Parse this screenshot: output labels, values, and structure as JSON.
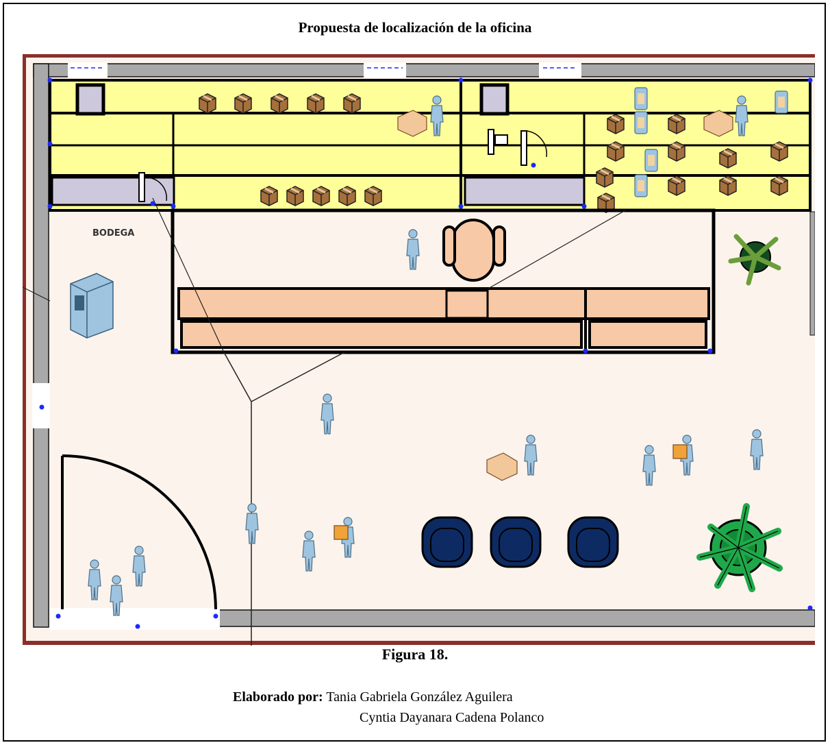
{
  "title": "Propuesta de localización de la oficina",
  "plan": {
    "room_label": "BODEGA",
    "colors": {
      "border": "#8b2e2a",
      "floor": "#fbf3ec",
      "shelf": "#ffff99",
      "counter": "#f8c9a6",
      "wall": "#a9a9a9",
      "chair": "#0d2a63",
      "person": "#9ec4e0",
      "box": "#a5703c",
      "plant": "#1fa84a",
      "storage": "#cdc8dc"
    }
  },
  "caption": "Figura 18.",
  "credit": {
    "label": "Elaborado por:",
    "author1": "Tania Gabriela González Aguilera",
    "author2": "Cyntia Dayanara Cadena Polanco"
  }
}
